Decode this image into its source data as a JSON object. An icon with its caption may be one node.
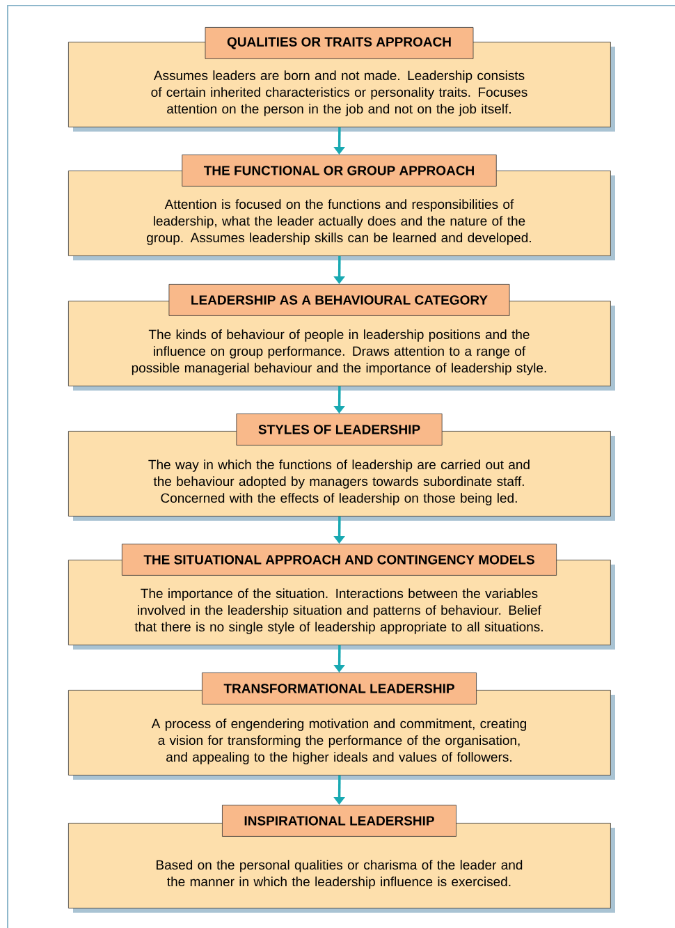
{
  "diagram": {
    "nodes": [
      {
        "text": [
          "QUALITIES OR TRAITS APPROACH",
          "Assumes leaders are born and not made. Leadership consists of certain inherited characteristics or personality traits. Focuses attention on the person in the job and not on the job itself."
        ]
      },
      {
        "text": [
          "THE FUNCTIONAL OR GROUP APPROACH",
          "Attention is focused on the functions and responsibilities of leadership, what the leader actually does and the nature of the group. Assumes leadership skills can be learned and developed."
        ]
      },
      {
        "text": [
          "LEADERSHIP AS A BEHAVIOURAL CATEGORY",
          "The kinds of behaviour of people in leadership positions and the influence on group performance. Draws attention to a range of possible managerial behaviour and the importance of leadership style."
        ]
      },
      {
        "text": [
          "STYLES OF LEADERSHIP",
          "The way in which the functions of leadership are carried out and the behaviour adopted by managers towards subordinate staff. Concerned with the effects of leadership on those being led."
        ]
      },
      {
        "text": [
          "THE SITUATIONAL APPROACH AND CONTINGENCY MODELS",
          "The importance of the situation. Interactions between the variables involved in the leadership situation and patterns of behaviour. Belief that there is no single style of leadership appropriate to all situations."
        ]
      },
      {
        "text": [
          "TRANSFORMATIONAL LEADERSHIP",
          "A process of engendering motivation and commitment, creating a vision for transforming the performance of the organisation, and appealing to the higher ideals and values of followers."
        ]
      },
      {
        "text": [
          "INSPIRATIONAL LEADERSHIP",
          "Based on the personal qualities or charisma of the leader and the manner in which the leadership influence is exercised."
        ]
      }
    ],
    "edges": [
      {
        "from": 0,
        "to": 1,
        "arrow": "to"
      },
      {
        "from": 1,
        "to": 2,
        "arrow": "to"
      },
      {
        "from": 2,
        "to": 3,
        "arrow": "to"
      },
      {
        "from": 3,
        "to": 4,
        "arrow": "to"
      },
      {
        "from": 4,
        "to": 5,
        "arrow": "to"
      },
      {
        "from": 5,
        "to": 6,
        "arrow": "to"
      }
    ]
  }
}
